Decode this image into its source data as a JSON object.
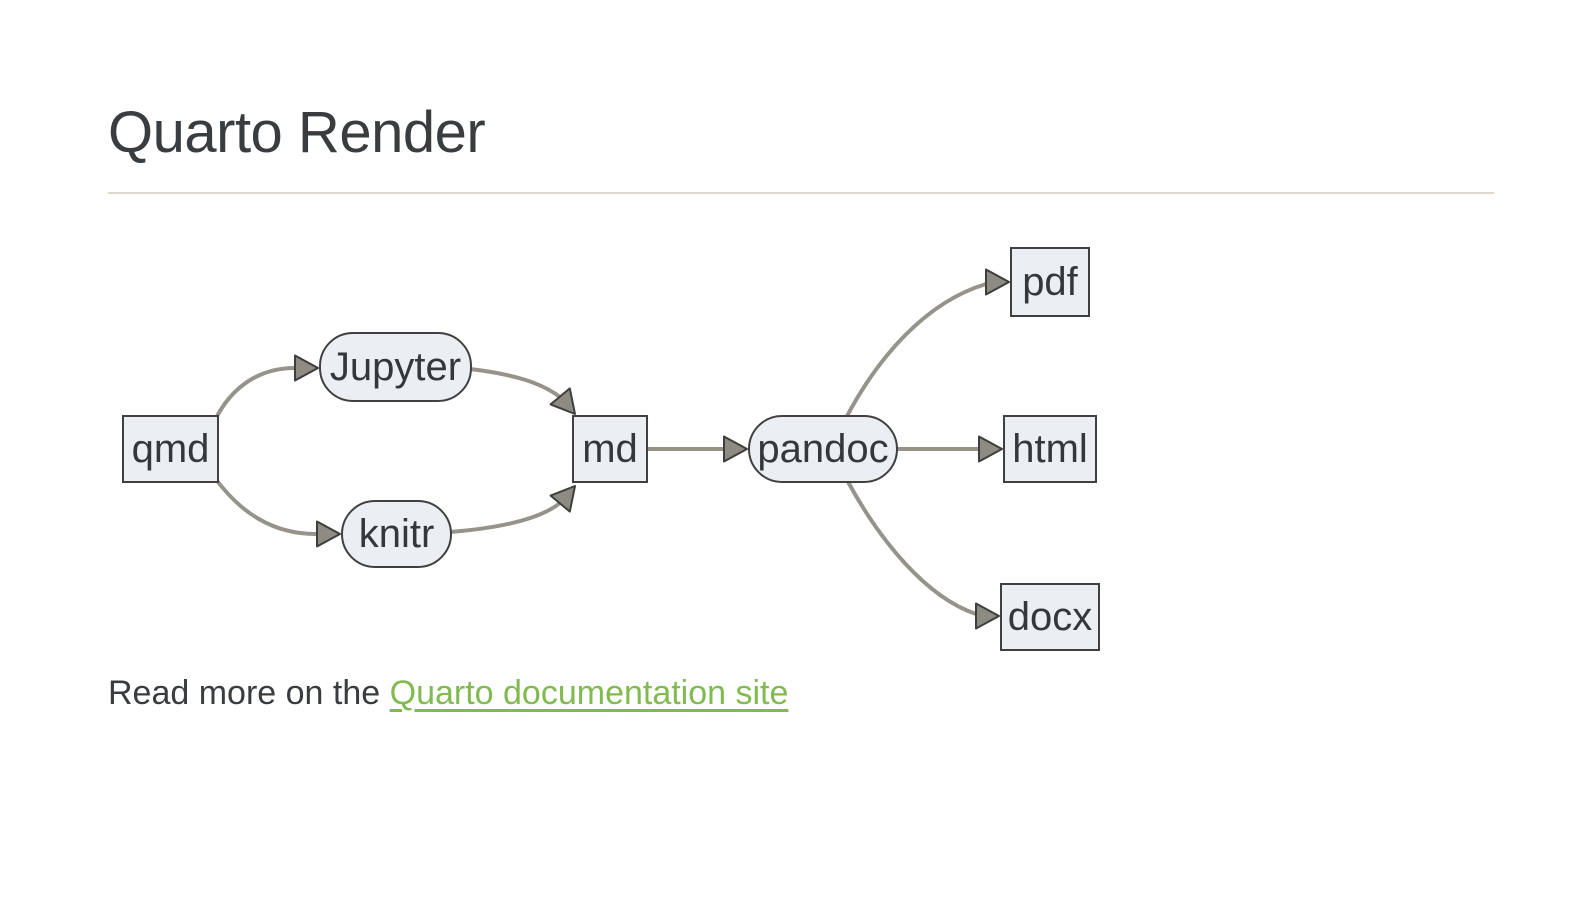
{
  "page": {
    "title": "Quarto Render"
  },
  "diagram": {
    "type": "flowchart-lr",
    "nodes": [
      {
        "id": "qmd",
        "label": "qmd",
        "shape": "rect"
      },
      {
        "id": "jupyter",
        "label": "Jupyter",
        "shape": "stadium"
      },
      {
        "id": "knitr",
        "label": "knitr",
        "shape": "stadium"
      },
      {
        "id": "md",
        "label": "md",
        "shape": "rect"
      },
      {
        "id": "pandoc",
        "label": "pandoc",
        "shape": "stadium"
      },
      {
        "id": "pdf",
        "label": "pdf",
        "shape": "rect"
      },
      {
        "id": "html",
        "label": "html",
        "shape": "rect"
      },
      {
        "id": "docx",
        "label": "docx",
        "shape": "rect"
      }
    ],
    "edges": [
      {
        "from": "qmd",
        "to": "jupyter"
      },
      {
        "from": "qmd",
        "to": "knitr"
      },
      {
        "from": "jupyter",
        "to": "md"
      },
      {
        "from": "knitr",
        "to": "md"
      },
      {
        "from": "md",
        "to": "pandoc"
      },
      {
        "from": "pandoc",
        "to": "pdf"
      },
      {
        "from": "pandoc",
        "to": "html"
      },
      {
        "from": "pandoc",
        "to": "docx"
      }
    ],
    "colors": {
      "node_fill": "#ebeef2",
      "node_border": "#404040",
      "node_text": "#35383b",
      "edge_stroke": "#95938a",
      "arrowhead_fill": "#8e8c82",
      "arrowhead_border": "#3e3e3e"
    }
  },
  "footer": {
    "text_before_link": "Read more on the ",
    "link_label": "Quarto documentation site",
    "link_color": "#80ba50"
  },
  "misc": {
    "divider_color": "#ddd8cb",
    "title_color": "#3a3d40"
  }
}
